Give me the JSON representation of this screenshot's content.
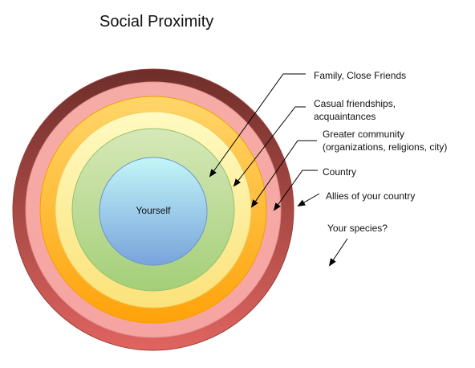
{
  "title": "Social Proximity",
  "diagram": {
    "center_label": "Yourself",
    "rings": [
      {
        "label_lines": [
          "Family, Close Friends"
        ],
        "colors": [
          "#d6e8b8",
          "#a4cf78"
        ]
      },
      {
        "label_lines": [
          "Casual friendships,",
          "acquaintances"
        ],
        "colors": [
          "#fffac2",
          "#fbe27a"
        ]
      },
      {
        "label_lines": [
          "Greater community",
          "(organizations, religions, city)"
        ],
        "colors": [
          "#ffd66a",
          "#ffa20a"
        ]
      },
      {
        "label_lines": [
          "Country"
        ],
        "colors": [
          "#f6aca6",
          "#f6a4a2"
        ]
      },
      {
        "label_lines": [
          "Allies of your country"
        ],
        "colors": [
          "#6e2e2a",
          "#e06460"
        ]
      },
      {
        "label_lines": [
          "Your species?"
        ]
      }
    ],
    "center_colors": [
      "#c2f6f8",
      "#79a3dc"
    ]
  }
}
